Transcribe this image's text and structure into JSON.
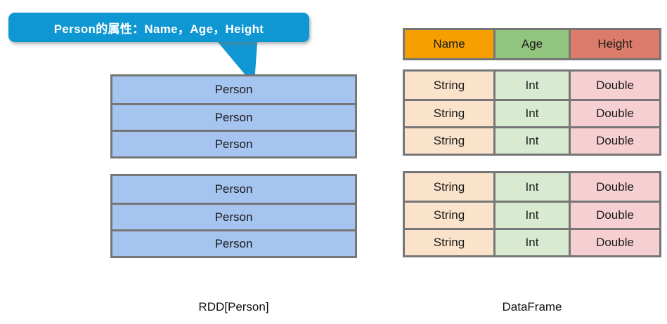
{
  "callout": {
    "text": "Person的属性：Name，Age，Height",
    "bubble_color": "#0E97D2",
    "text_color": "#FFFFFF"
  },
  "rdd": {
    "caption": "RDD[Person]",
    "row_label": "Person",
    "box_color": "#A6C4F0",
    "border_color": "#767676",
    "blocks": [
      {
        "rows": [
          "Person",
          "Person",
          "Person"
        ]
      },
      {
        "rows": [
          "Person",
          "Person",
          "Person"
        ]
      }
    ]
  },
  "dataframe": {
    "caption": "DataFrame",
    "border_color": "#767676",
    "header": {
      "columns": [
        "Name",
        "Age",
        "Height"
      ],
      "colors": [
        "#F5A000",
        "#91C57D",
        "#DB7B6A"
      ]
    },
    "row_colors": [
      "#FBE3CB",
      "#D8EBD1",
      "#F5CFD2"
    ],
    "blocks": [
      {
        "rows": [
          [
            "String",
            "Int",
            "Double"
          ],
          [
            "String",
            "Int",
            "Double"
          ],
          [
            "String",
            "Int",
            "Double"
          ]
        ]
      },
      {
        "rows": [
          [
            "String",
            "Int",
            "Double"
          ],
          [
            "String",
            "Int",
            "Double"
          ],
          [
            "String",
            "Int",
            "Double"
          ]
        ]
      }
    ]
  }
}
